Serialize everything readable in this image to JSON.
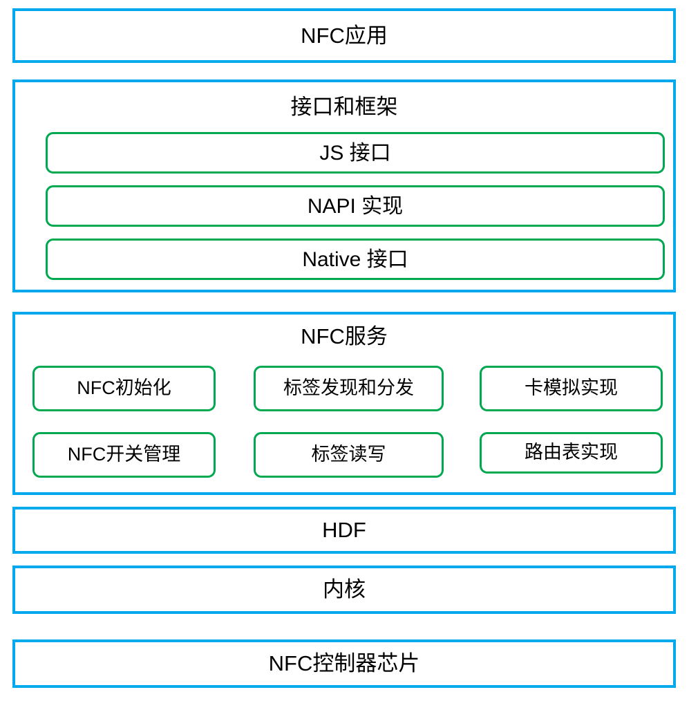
{
  "diagram": {
    "title": "NFC architecture layer diagram",
    "colors": {
      "layer_border": "#00a9ed",
      "module_border": "#00a850",
      "background": "#ffffff",
      "text": "#000000"
    },
    "layers": [
      {
        "id": "app",
        "title": "NFC应用",
        "modules": []
      },
      {
        "id": "framework",
        "title": "接口和框架",
        "modules": [
          {
            "label": "JS 接口"
          },
          {
            "label": "NAPI 实现"
          },
          {
            "label": "Native 接口"
          }
        ]
      },
      {
        "id": "service",
        "title": "NFC服务",
        "modules": [
          {
            "label": "NFC初始化"
          },
          {
            "label": "标签发现和分发"
          },
          {
            "label": "卡模拟实现"
          },
          {
            "label": "NFC开关管理"
          },
          {
            "label": "标签读写"
          },
          {
            "label": "路由表实现"
          }
        ]
      },
      {
        "id": "hdf",
        "title": "HDF",
        "modules": []
      },
      {
        "id": "kernel",
        "title": "内核",
        "modules": []
      },
      {
        "id": "chip",
        "title": "NFC控制器芯片",
        "modules": []
      }
    ]
  }
}
